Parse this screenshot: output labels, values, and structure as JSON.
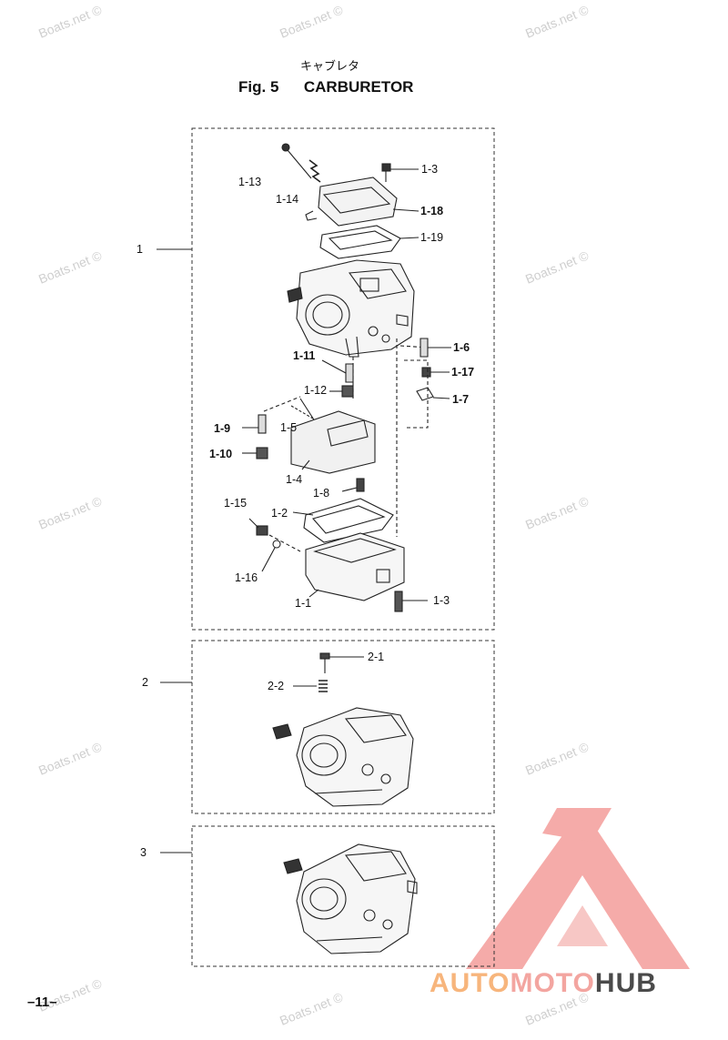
{
  "header": {
    "title_jp": "キャブレタ",
    "fig_label": "Fig. 5",
    "fig_title": "CARBURETOR"
  },
  "watermark": {
    "text": "Boats.net ©"
  },
  "groups": [
    {
      "id": "1",
      "label": "1"
    },
    {
      "id": "2",
      "label": "2"
    },
    {
      "id": "3",
      "label": "3"
    }
  ],
  "callouts": {
    "c1_13": "1-13",
    "c1_14": "1-14",
    "c1_3a": "1-3",
    "c1_18": "1-18",
    "c1_19": "1-19",
    "c1_6": "1-6",
    "c1_17": "1-17",
    "c1_7": "1-7",
    "c1_11": "1-11",
    "c1_12": "1-12",
    "c1_9": "1-9",
    "c1_5": "1-5",
    "c1_10": "1-10",
    "c1_4": "1-4",
    "c1_8": "1-8",
    "c1_15": "1-15",
    "c1_2": "1-2",
    "c1_16": "1-16",
    "c1_1": "1-1",
    "c1_3b": "1-3",
    "c2_1": "2-1",
    "c2_2": "2-2"
  },
  "footer": {
    "page_number": "–11–"
  },
  "logo": {
    "part1": "AUTO",
    "part2": "MOTO",
    "part3": "HUB",
    "color_triangle": "#f4a3a0"
  }
}
